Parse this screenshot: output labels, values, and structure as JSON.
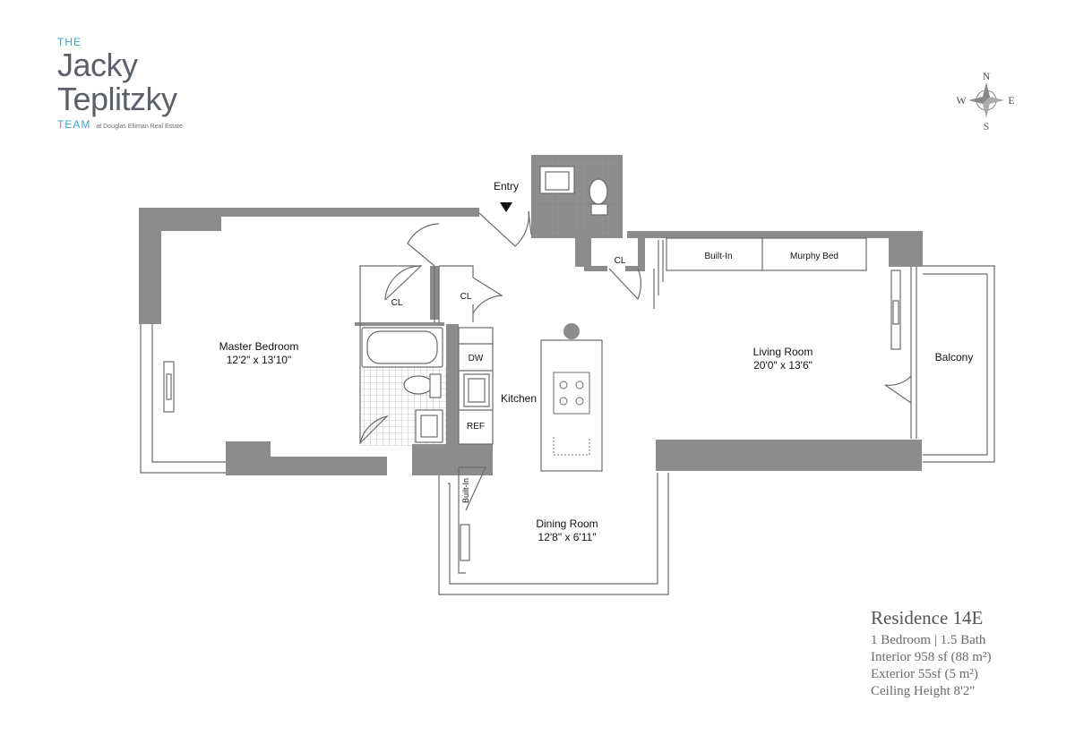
{
  "brand": {
    "line1": "THE",
    "line2": "Jacky",
    "line3": "Teplitzky",
    "line4": "TEAM",
    "tagline": "at Douglas Elliman Real Estate"
  },
  "compass": {
    "n": "N",
    "s": "S",
    "e": "E",
    "w": "W"
  },
  "labels": {
    "entry": "Entry",
    "cl_top": "CL",
    "built_in": "Built-In",
    "murphy_bed": "Murphy Bed",
    "cl_bed": "CL",
    "cl_kitchen": "CL",
    "master_bedroom": "Master Bedroom",
    "master_dims": "12'2\" x 13'10\"",
    "dw": "DW",
    "kitchen": "Kitchen",
    "ref": "REF",
    "living_room": "Living Room",
    "living_dims": "20'0\" x 13'6\"",
    "balcony": "Balcony",
    "built_in_dining": "Built-In",
    "dining_room": "Dining Room",
    "dining_dims": "12'8\" x 6'11\""
  },
  "residence": {
    "title": "Residence 14E",
    "bed_bath": "1 Bedroom | 1.5 Bath",
    "interior": "Interior 958 sf (88 m²)",
    "exterior": "Exterior 55sf (5 m²)",
    "ceiling": "Ceiling Height 8'2\""
  },
  "colors": {
    "wall": "#8c8c8c",
    "line": "#6b6b6b",
    "accent": "#3aa6c9"
  }
}
